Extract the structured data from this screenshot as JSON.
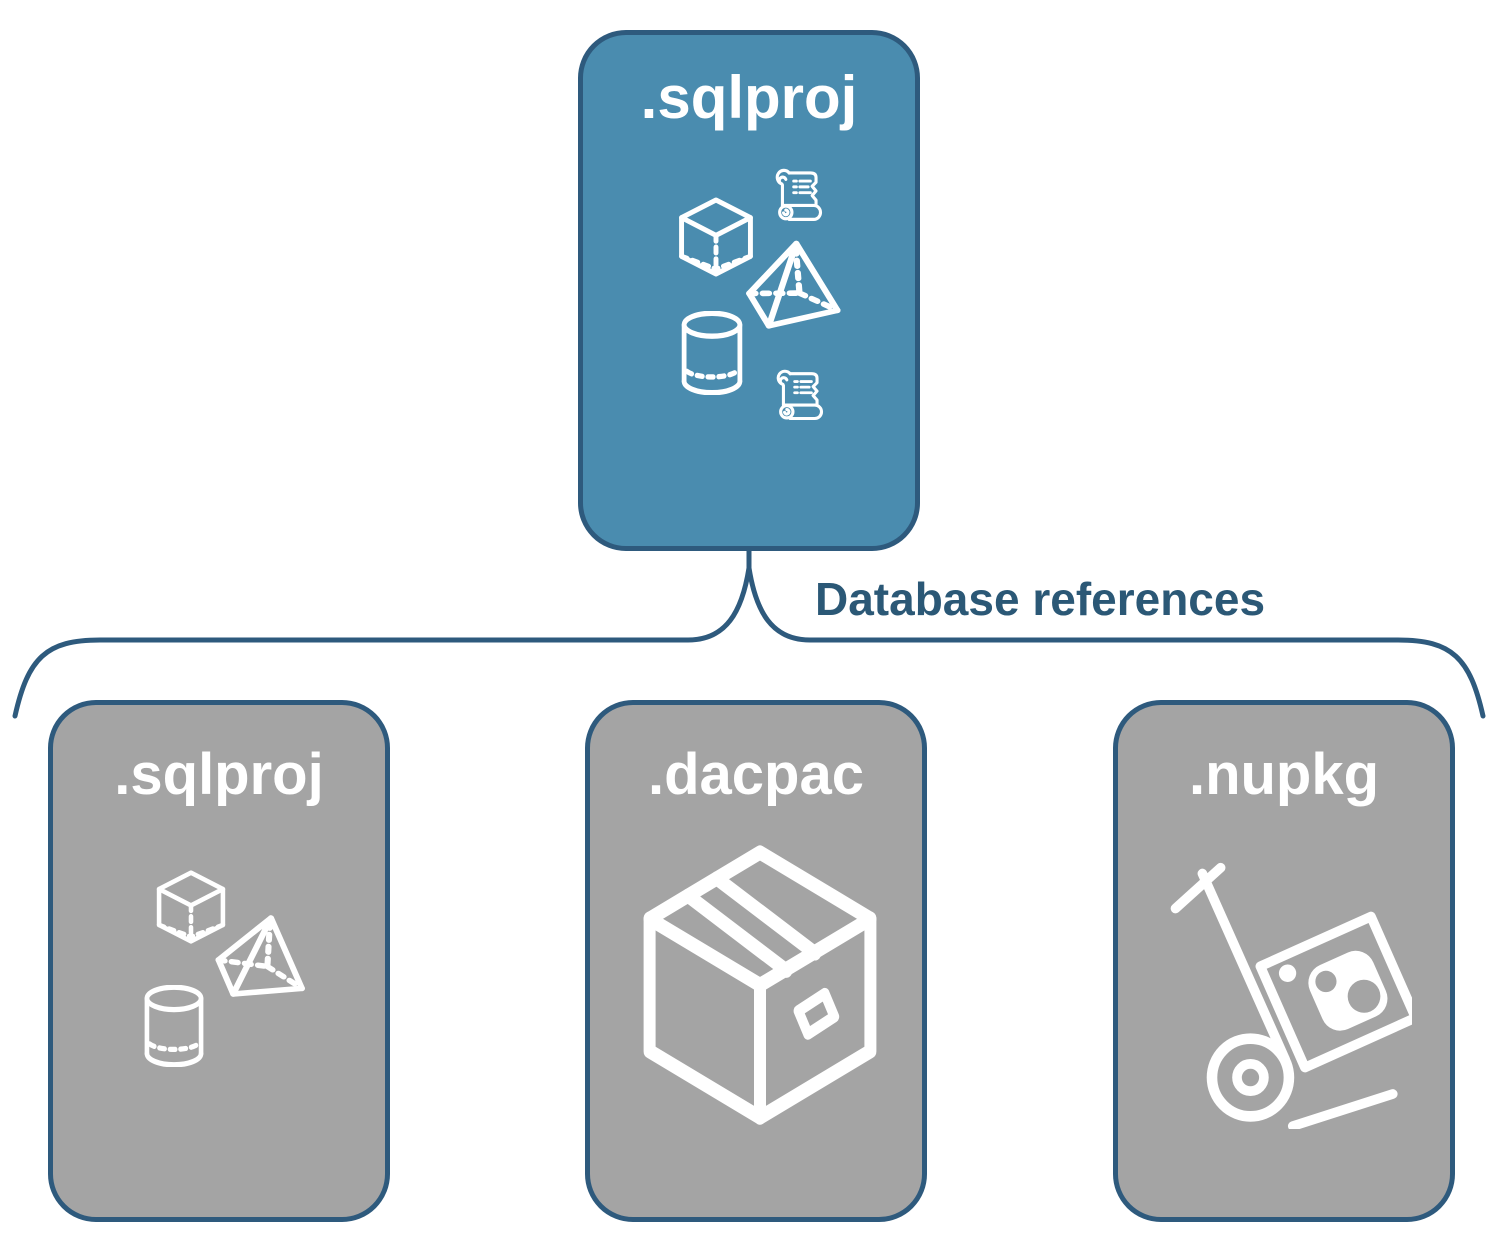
{
  "colors": {
    "accent-fill": "#4a8caf",
    "node-fill": "#a4a4a4",
    "border": "#2e5a7d",
    "connector": "#2e5a7d",
    "label-text": "#ffffff",
    "connector-label-text": "#2b5876",
    "page-bg": "#ffffff"
  },
  "diagram": {
    "root": {
      "label": ".sqlproj",
      "icons": [
        "cube-icon",
        "scroll-icon",
        "pyramid-icon",
        "cylinder-icon",
        "scroll-icon"
      ]
    },
    "connector": {
      "label": "Database references"
    },
    "children": [
      {
        "label": ".sqlproj",
        "icons": [
          "cube-icon",
          "pyramid-icon",
          "cylinder-icon"
        ]
      },
      {
        "label": ".dacpac",
        "icons": [
          "package-box-icon"
        ]
      },
      {
        "label": ".nupkg",
        "icons": [
          "hand-truck-package-icon"
        ]
      }
    ]
  }
}
